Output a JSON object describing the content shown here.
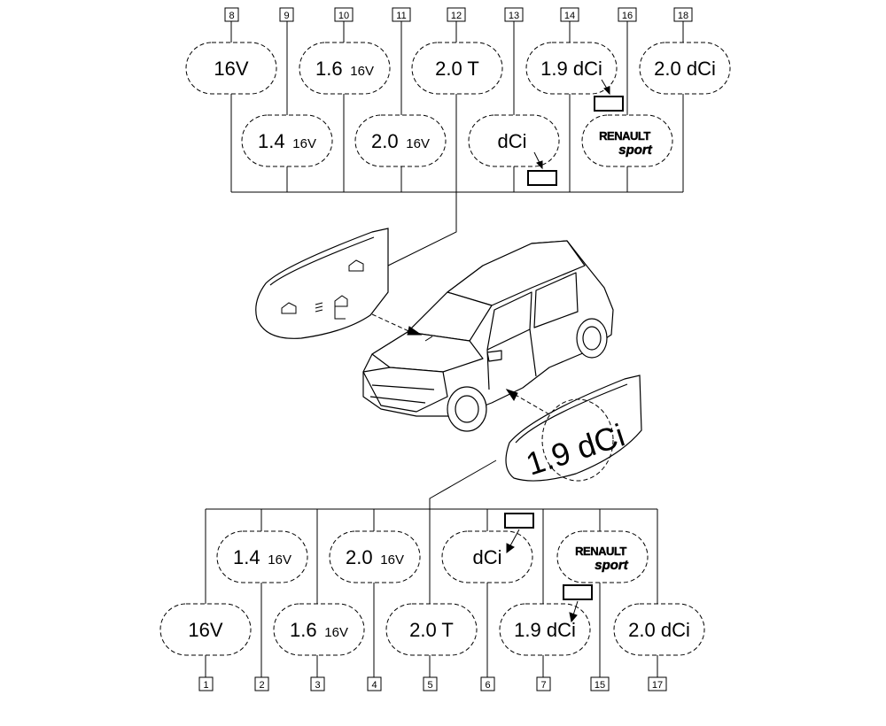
{
  "top_row": [
    {
      "id": "b8",
      "number": "8",
      "main": "16V",
      "small": "",
      "kind": "text"
    },
    {
      "id": "b9",
      "number": "9",
      "main": "1.4",
      "small": "16V",
      "kind": "text"
    },
    {
      "id": "b10",
      "number": "10",
      "main": "1.6",
      "small": "16V",
      "kind": "text"
    },
    {
      "id": "b11",
      "number": "11",
      "main": "2.0",
      "small": "16V",
      "kind": "text"
    },
    {
      "id": "b12",
      "number": "12",
      "main": "2.0 T",
      "small": "",
      "kind": "text"
    },
    {
      "id": "b13",
      "number": "13",
      "main": "dCi",
      "small": "",
      "kind": "text"
    },
    {
      "id": "b14",
      "number": "14",
      "main": "1.9 dCi",
      "small": "",
      "kind": "text"
    },
    {
      "id": "b16",
      "number": "16",
      "main": "RENAULT",
      "small": "sport",
      "kind": "logo"
    },
    {
      "id": "b18",
      "number": "18",
      "main": "2.0 dCi",
      "small": "",
      "kind": "text"
    }
  ],
  "bottom_row": [
    {
      "id": "c1",
      "number": "1",
      "main": "16V",
      "small": "",
      "kind": "text"
    },
    {
      "id": "c2",
      "number": "2",
      "main": "1.4",
      "small": "16V",
      "kind": "text"
    },
    {
      "id": "c3",
      "number": "3",
      "main": "1.6",
      "small": "16V",
      "kind": "text"
    },
    {
      "id": "c4",
      "number": "4",
      "main": "2.0",
      "small": "16V",
      "kind": "text"
    },
    {
      "id": "c5",
      "number": "5",
      "main": "2.0 T",
      "small": "",
      "kind": "text"
    },
    {
      "id": "c6",
      "number": "6",
      "main": "dCi",
      "small": "",
      "kind": "text"
    },
    {
      "id": "c7",
      "number": "7",
      "main": "1.9 dCi",
      "small": "",
      "kind": "text"
    },
    {
      "id": "c15",
      "number": "15",
      "main": "RENAULT",
      "small": "sport",
      "kind": "logo"
    },
    {
      "id": "c17",
      "number": "17",
      "main": "2.0 dCi",
      "small": "",
      "kind": "text"
    }
  ],
  "side_panel_text": "1.9 dCi"
}
